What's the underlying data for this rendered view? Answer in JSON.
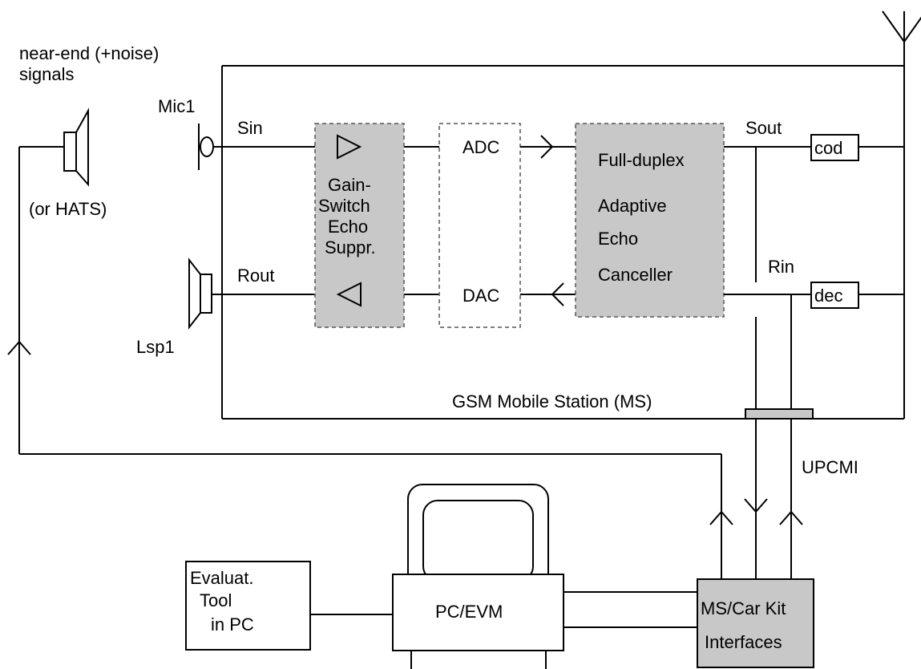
{
  "labels": {
    "near_end_line1": "near-end  (+noise)",
    "near_end_line2": "signals",
    "mic": "Mic1",
    "sin": "Sin",
    "or_hats": "(or HATS)",
    "lsp": "Lsp1",
    "rout": "Rout",
    "suppressor": [
      "Gain-",
      "Switch",
      "Echo",
      "Suppr."
    ],
    "adc": "ADC",
    "dac": "DAC",
    "canceller_line1": "Full-duplex",
    "canceller_lines": [
      "Adaptive",
      "Echo",
      "Canceller"
    ],
    "sout": "Sout",
    "rin": "Rin",
    "cod": "cod",
    "dec": "dec",
    "ms_label": "GSM Mobile Station (MS)",
    "upcmi": "UPCMI",
    "eval_tool": [
      "Evaluat.",
      "Tool",
      "in PC"
    ],
    "pc_evm": "PC/EVM",
    "interfaces": [
      "MS/Car Kit",
      "Interfaces"
    ]
  },
  "colors": {
    "block_fill": "#c8c8c8",
    "line": "#000000",
    "dashed_border": "#555555"
  },
  "icons": {
    "antenna": "antenna-icon",
    "microphone": "microphone-icon",
    "speaker": "speaker-icon",
    "monitor": "monitor-icon",
    "amplifier": "amplifier-triangle-icon"
  }
}
